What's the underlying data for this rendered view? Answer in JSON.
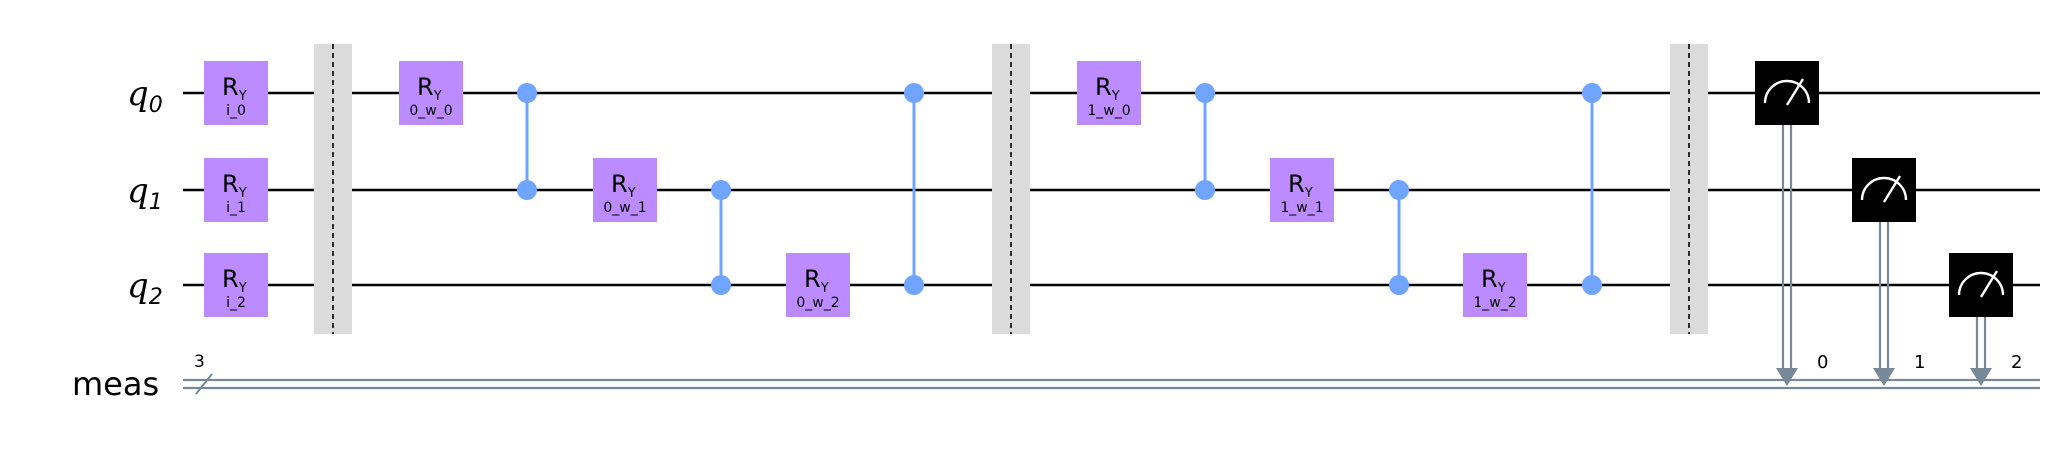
{
  "qubits": [
    {
      "name": "q",
      "index": "0"
    },
    {
      "name": "q",
      "index": "1"
    },
    {
      "name": "q",
      "index": "2"
    }
  ],
  "classical_register": {
    "name": "meas",
    "size": "3"
  },
  "gates": [
    {
      "type": "ry",
      "label": "R",
      "sub": "Y",
      "param": "i_0",
      "qubit": 0,
      "col": 0
    },
    {
      "type": "ry",
      "label": "R",
      "sub": "Y",
      "param": "i_1",
      "qubit": 1,
      "col": 0
    },
    {
      "type": "ry",
      "label": "R",
      "sub": "Y",
      "param": "i_2",
      "qubit": 2,
      "col": 0
    },
    {
      "type": "barrier",
      "col": 1
    },
    {
      "type": "ry",
      "label": "R",
      "sub": "Y",
      "param": "0_w_0",
      "qubit": 0,
      "col": 2
    },
    {
      "type": "cz",
      "qubits": [
        0,
        1
      ],
      "col": 3
    },
    {
      "type": "ry",
      "label": "R",
      "sub": "Y",
      "param": "0_w_1",
      "qubit": 1,
      "col": 4
    },
    {
      "type": "cz",
      "qubits": [
        1,
        2
      ],
      "col": 5
    },
    {
      "type": "ry",
      "label": "R",
      "sub": "Y",
      "param": "0_w_2",
      "qubit": 2,
      "col": 6
    },
    {
      "type": "cz",
      "qubits": [
        0,
        2
      ],
      "col": 7
    },
    {
      "type": "barrier",
      "col": 8
    },
    {
      "type": "ry",
      "label": "R",
      "sub": "Y",
      "param": "1_w_0",
      "qubit": 0,
      "col": 9
    },
    {
      "type": "cz",
      "qubits": [
        0,
        1
      ],
      "col": 10
    },
    {
      "type": "ry",
      "label": "R",
      "sub": "Y",
      "param": "1_w_1",
      "qubit": 1,
      "col": 11
    },
    {
      "type": "cz",
      "qubits": [
        1,
        2
      ],
      "col": 12
    },
    {
      "type": "ry",
      "label": "R",
      "sub": "Y",
      "param": "1_w_2",
      "qubit": 2,
      "col": 13
    },
    {
      "type": "cz",
      "qubits": [
        0,
        2
      ],
      "col": 14
    },
    {
      "type": "barrier",
      "col": 15
    },
    {
      "type": "measure",
      "qubit": 0,
      "cbit": "0",
      "col": 16
    },
    {
      "type": "measure",
      "qubit": 1,
      "cbit": "1",
      "col": 17
    },
    {
      "type": "measure",
      "qubit": 2,
      "cbit": "2",
      "col": 18
    }
  ],
  "colors": {
    "ry_gate": "#BB8BFF",
    "cz": "#6FA4FF",
    "barrier": "#DBDBDB",
    "measure_box": "#000000",
    "classical_wire": "#778899"
  }
}
